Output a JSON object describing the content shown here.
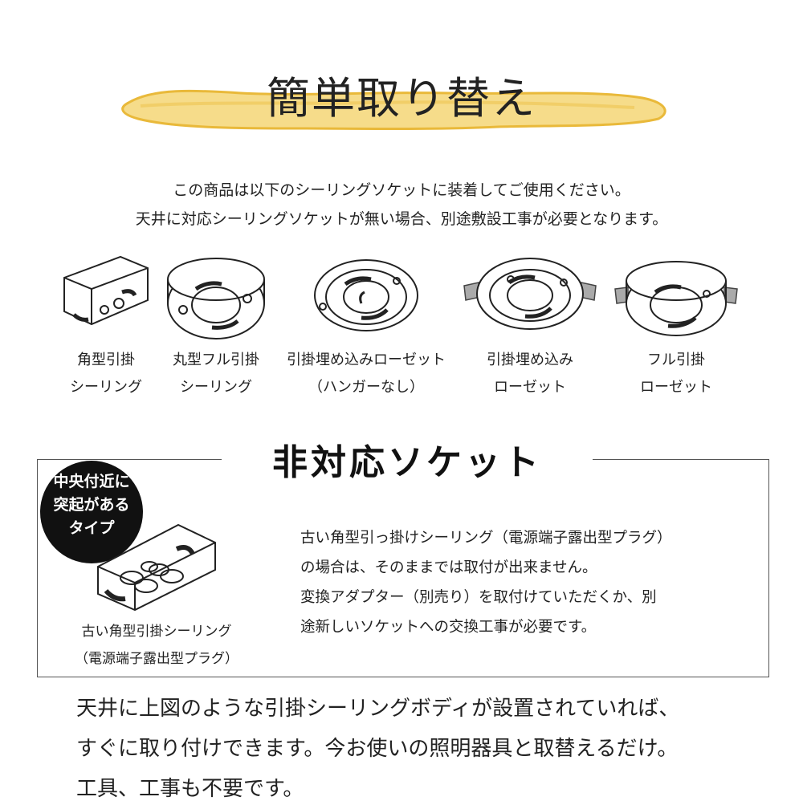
{
  "title": "簡単取り替え",
  "intro": {
    "line1": "この商品は以下のシーリングソケットに装着してご使用ください。",
    "line2": "天井に対応シーリングソケットが無い場合、別途敷設工事が必要となります。"
  },
  "sockets": [
    {
      "label1": "角型引掛",
      "label2": "シーリング"
    },
    {
      "label1": "丸型フル引掛",
      "label2": "シーリング"
    },
    {
      "label1": "引掛埋め込みローゼット",
      "label2": "（ハンガーなし）"
    },
    {
      "label1": "引掛埋め込み",
      "label2": "ローゼット"
    },
    {
      "label1": "フル引掛",
      "label2": "ローゼット"
    }
  ],
  "unsupported": {
    "title": "非対応ソケット",
    "badge": [
      "中央付近に",
      "突起がある",
      "タイプ"
    ],
    "caption1": "古い角型引掛シーリング",
    "caption2": "（電源端子露出型プラグ）",
    "desc": [
      "古い角型引っ掛けシーリング（電源端子露出型プラグ）",
      "の場合は、そのままでは取付が出来ません。",
      "変換アダプター（別売り）を取付けていただくか、別",
      "途新しいソケットへの交換工事が必要です。"
    ]
  },
  "bottom": [
    "天井に上図のような引掛シーリングボディが設置されていれば、",
    "すぐに取り付けできます。今お使いの照明器具と取替えるだけ。",
    "工具、工事も不要です。"
  ],
  "colors": {
    "brush": "#f6dc8a",
    "brush_edge": "#e9b93a",
    "text": "#222222"
  }
}
